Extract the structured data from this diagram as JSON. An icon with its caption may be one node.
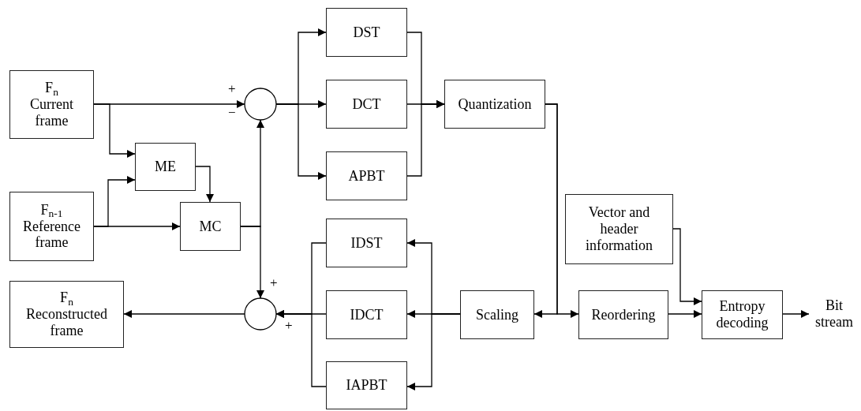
{
  "diagram": {
    "nodes": [
      {
        "text": [
          "F$_{n}$",
          "Current frame"
        ]
      },
      {
        "text": [
          "F$_{n-1}$",
          "Reference frame"
        ]
      },
      {
        "text": [
          "ME"
        ]
      },
      {
        "text": [
          "MC"
        ]
      },
      {
        "text": [],
        "shape": "circle"
      },
      {
        "text": [
          "DST"
        ]
      },
      {
        "text": [
          "DCT"
        ]
      },
      {
        "text": [
          "APBT"
        ]
      },
      {
        "text": [
          "Quantization"
        ]
      },
      {
        "text": [
          "IDST"
        ]
      },
      {
        "text": [
          "IDCT"
        ]
      },
      {
        "text": [
          "IAPBT"
        ]
      },
      {
        "text": [],
        "shape": "circle"
      },
      {
        "text": [
          "F$_{n}$",
          "Reconstructed frame"
        ]
      },
      {
        "text": [
          "Scaling"
        ]
      },
      {
        "text": [
          "Vector and header information"
        ]
      },
      {
        "text": [
          "Reordering"
        ]
      },
      {
        "text": [
          "Entropy decoding"
        ]
      },
      {
        "text": [
          "Bit stream"
        ]
      }
    ],
    "edges": [
      {
        "from": 0,
        "to": 4,
        "arrow": "to"
      },
      {
        "from": 0,
        "to": 2,
        "arrow": "to"
      },
      {
        "from": 1,
        "to": 2,
        "arrow": "to"
      },
      {
        "from": 1,
        "to": 3,
        "arrow": "to"
      },
      {
        "from": 2,
        "to": 3,
        "arrow": "to"
      },
      {
        "from": 3,
        "to": 4,
        "arrow": "to"
      },
      {
        "from": 3,
        "to": 12,
        "arrow": "to"
      },
      {
        "from": 4,
        "to": 5,
        "arrow": "to"
      },
      {
        "from": 4,
        "to": 6,
        "arrow": "to"
      },
      {
        "from": 4,
        "to": 7,
        "arrow": "to"
      },
      {
        "from": 5,
        "to": 8,
        "arrow": "to"
      },
      {
        "from": 6,
        "to": 8,
        "arrow": "to"
      },
      {
        "from": 7,
        "to": 8,
        "arrow": "to"
      },
      {
        "from": 8,
        "to": 14,
        "arrow": "to"
      },
      {
        "from": 8,
        "to": 16,
        "arrow": "to"
      },
      {
        "from": 14,
        "to": 9,
        "arrow": "to"
      },
      {
        "from": 14,
        "to": 10,
        "arrow": "to"
      },
      {
        "from": 14,
        "to": 11,
        "arrow": "to"
      },
      {
        "from": 9,
        "to": 12,
        "arrow": "to"
      },
      {
        "from": 10,
        "to": 12,
        "arrow": "to"
      },
      {
        "from": 11,
        "to": 12,
        "arrow": "to"
      },
      {
        "from": 12,
        "to": 13,
        "arrow": "to"
      },
      {
        "from": 15,
        "to": 17,
        "arrow": "to"
      },
      {
        "from": 16,
        "to": 17,
        "arrow": "to"
      },
      {
        "from": 17,
        "to": 18,
        "arrow": "to"
      }
    ],
    "labels": [
      "+",
      "−",
      "+",
      "+"
    ]
  }
}
